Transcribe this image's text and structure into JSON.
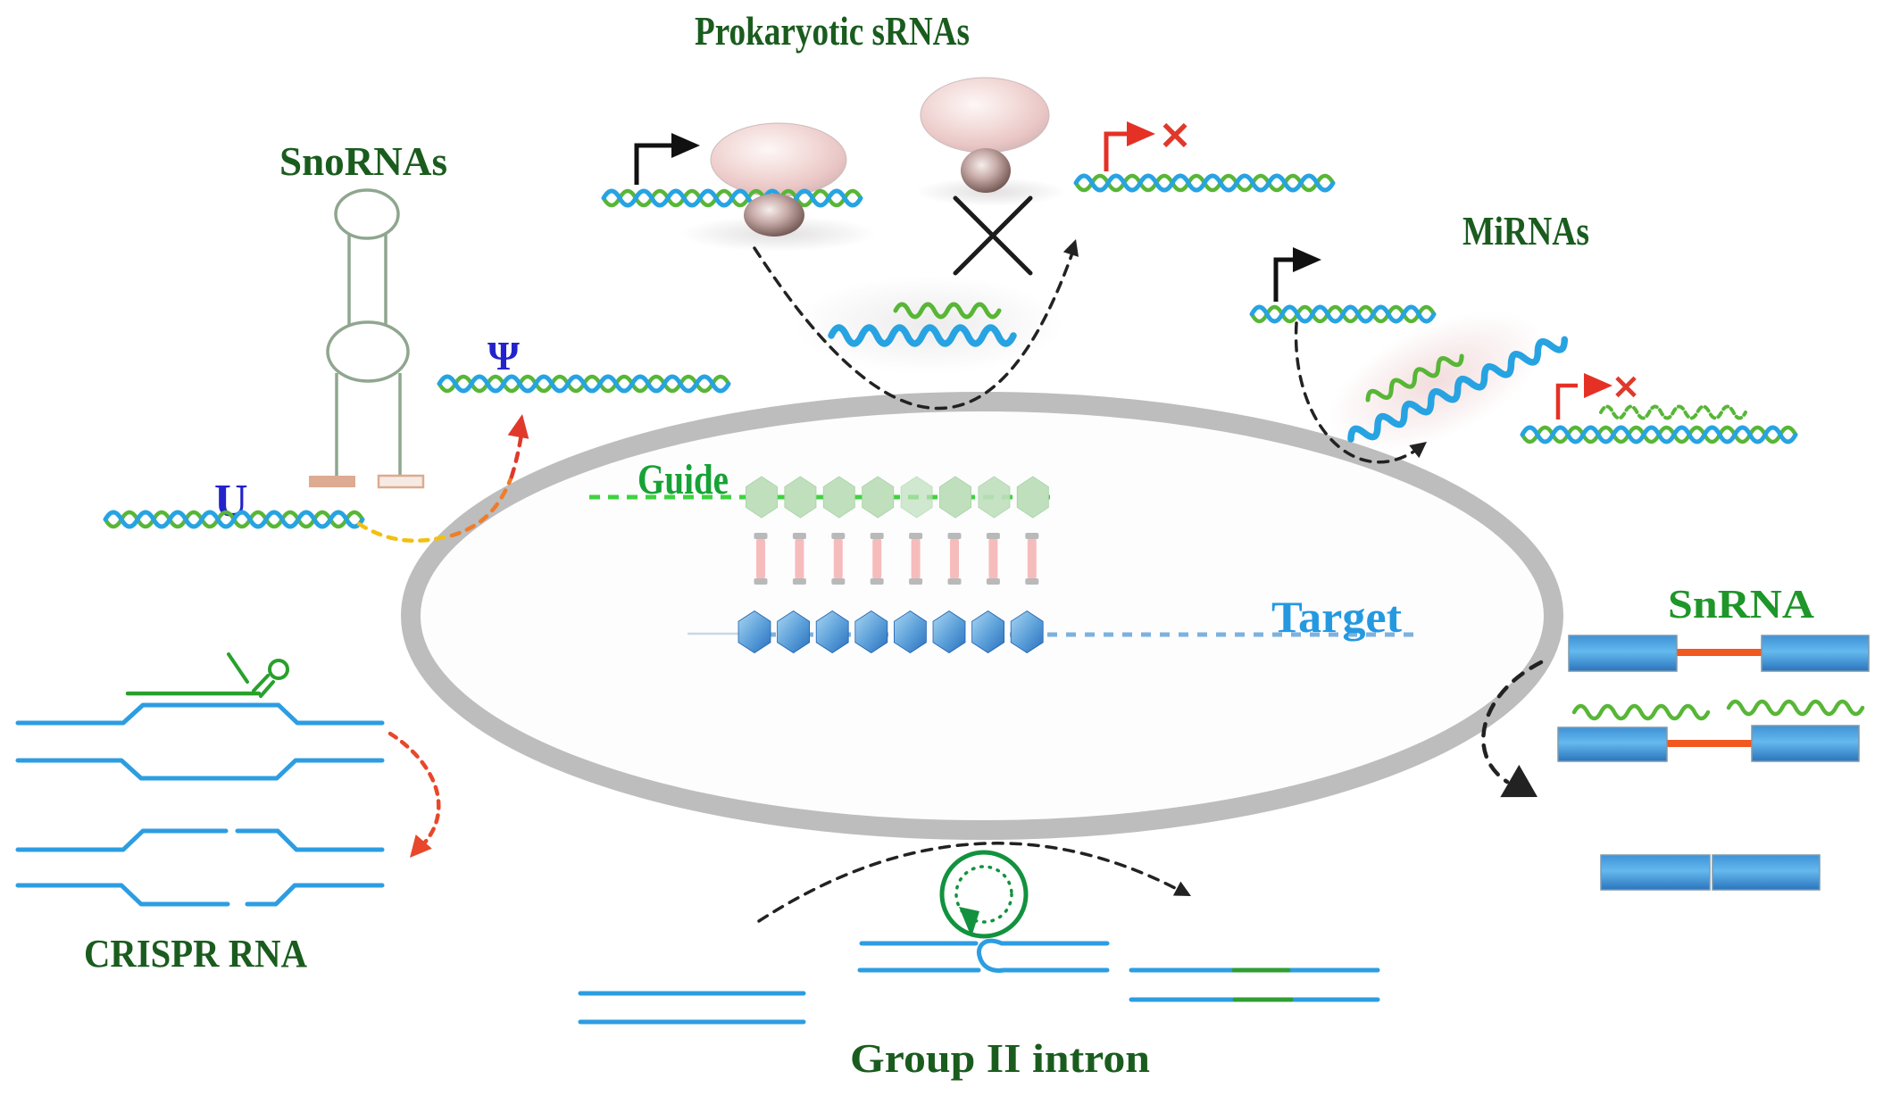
{
  "labels": {
    "prokaryotic_srnas": "Prokaryotic sRNAs",
    "snornas": "SnoRNAs",
    "mirnas": "MiRNAs",
    "snrna": "SnRNA",
    "crispr_rna": "CRISPR RNA",
    "group_ii_intron": "Group II intron",
    "guide": "Guide",
    "target": "Target",
    "uridine": "U",
    "pseudouridine": "Ψ",
    "blocked_mark": "×"
  },
  "icons": {
    "ribosome": "ribosome-icon",
    "promoter_arrow": "promoter-arrow-icon",
    "stem_loop": "stem-loop-icon",
    "lariat": "lariat-intron-icon",
    "membrane_ring": "cell-boundary-ring"
  },
  "colors": {
    "title_dark_green": "#1a5c1e",
    "snrna_green": "#1e9629",
    "guide_green_text": "#17a236",
    "target_blue_text": "#2499e0",
    "rna_blue": "#27a3e2",
    "rna_green": "#58b637",
    "dashed_green": "#3fd23f",
    "dashed_blue": "#5e9fd8",
    "hex_green": "#c0e0bd",
    "hex_green_edge": "#aed4ab",
    "bond_pink": "#f6bcbc",
    "bond_cap_gray": "#b9b9b9",
    "membrane_gray": "#bdbdbd",
    "promoter_red": "#e53125",
    "arc_black": "#222222",
    "yellow": "#f2c011",
    "orange": "#ee7d2c",
    "red": "#e0392b",
    "intron_orange": "#f2571f",
    "lariat_green": "#12923e",
    "crispr_blue": "#2d9de2",
    "crispr_green": "#28a12c",
    "symbol_blue": "#2323cc",
    "stem_sage": "#8fa68f",
    "foot_tan": "#dcab92"
  }
}
